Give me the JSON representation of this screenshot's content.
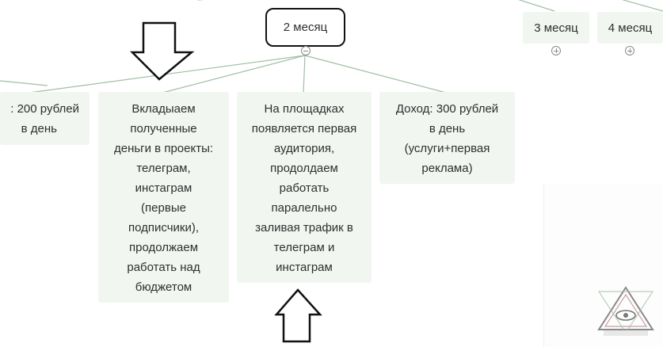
{
  "months": {
    "current": "2 месяц",
    "next1": "3 месяц",
    "next2": "4 месяц"
  },
  "nodes": {
    "left_partial": [
      ": 200 рублей",
      "в день"
    ],
    "invest": [
      "Вкладыаем",
      "полученные",
      "деньги в проекты:",
      "телеграм,",
      "инстаграм",
      "(первые",
      "подписчики),",
      "продолжаем",
      "работать над",
      "бюджетом"
    ],
    "audience": [
      "На площадках",
      "появляется первая",
      "аудитория,",
      "продолдаем",
      "работать",
      "паралельно",
      "заливая трафик в",
      "телеграм и",
      "инстаграм"
    ],
    "income": [
      "Доход: 300 рублей",
      "в день",
      "(услуги+первая",
      "реклама)"
    ]
  },
  "icons": {
    "collapse": "minus-circle-icon",
    "expand": "plus-circle-icon",
    "pointer": "outline-arrow-icon"
  },
  "colors": {
    "card": "#f1f6f1",
    "connector": "#9fbfa2",
    "highlight_border": "#111111"
  }
}
